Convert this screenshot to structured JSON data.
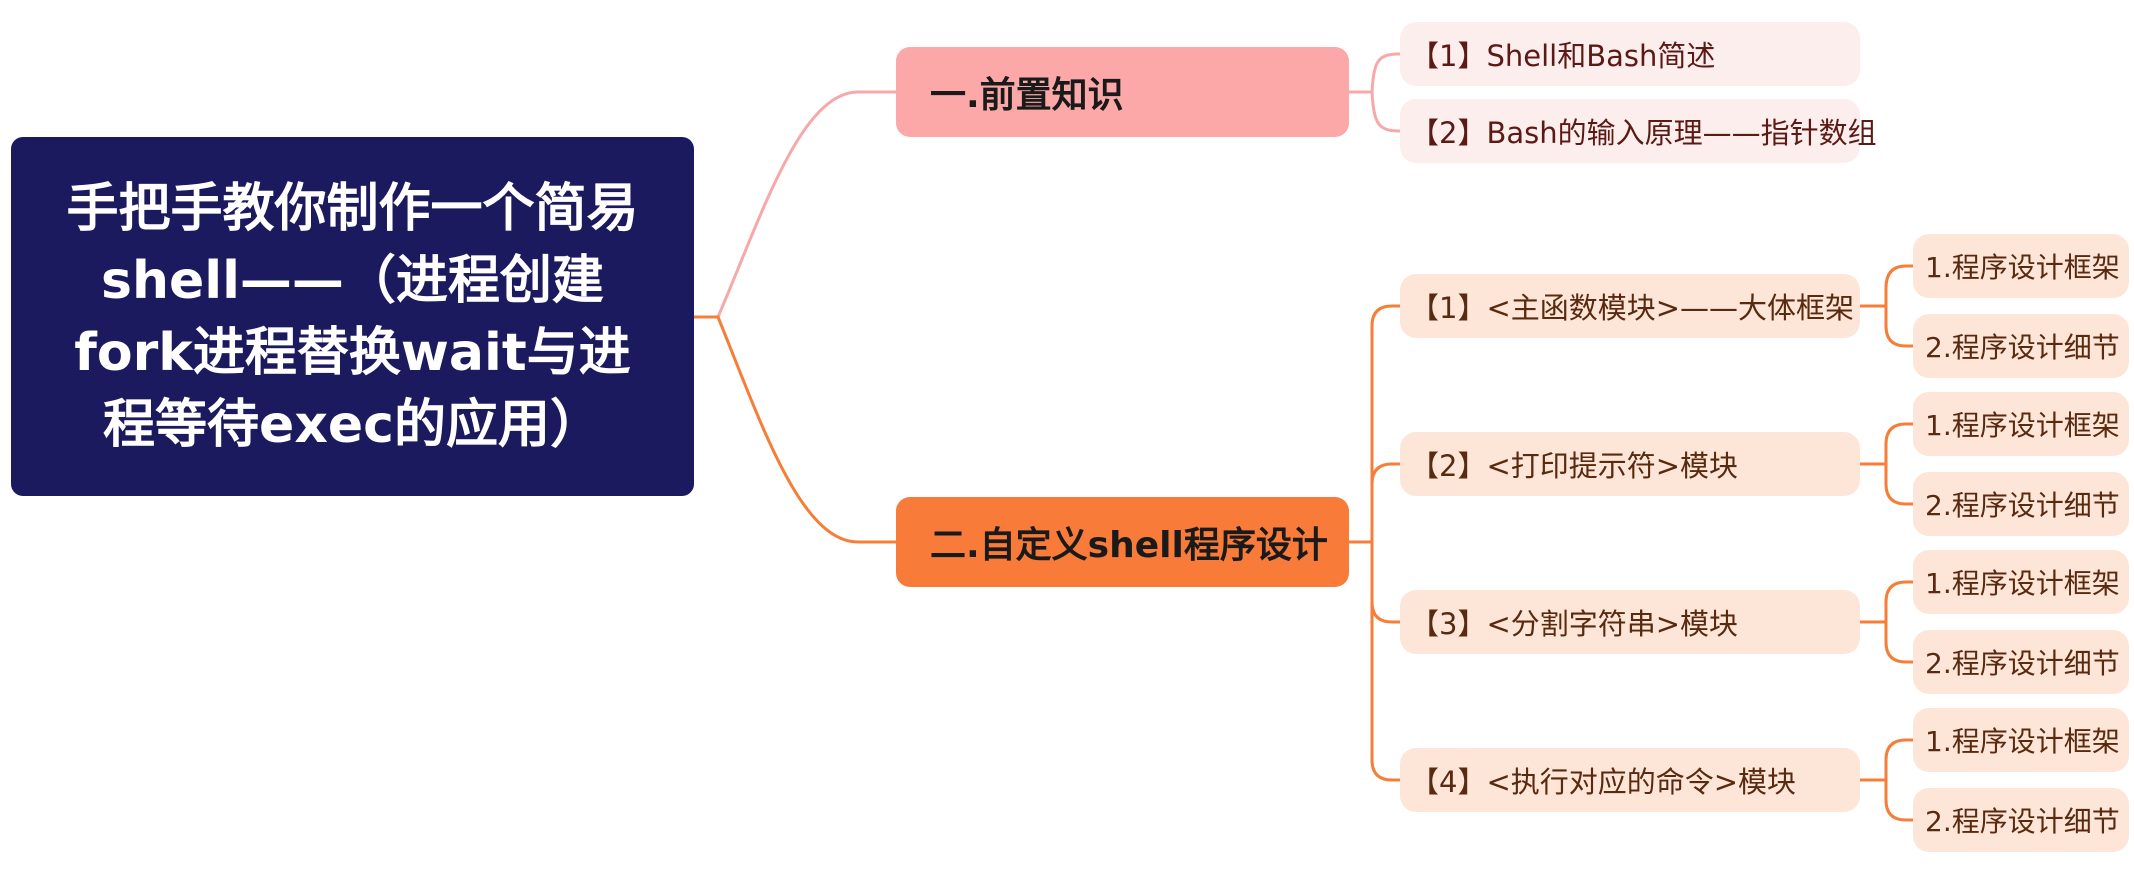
{
  "colors": {
    "root_bg": "#1c1a5e",
    "root_text": "#ffffff",
    "branch1_bg": "#fca8a8",
    "branch1_line": "#f7a8a8",
    "branch2_bg": "#f97b3a",
    "branch2_line": "#f57e38",
    "sub_pink_bg": "#fdeeee",
    "sub_peach_bg": "#fde6d8"
  },
  "root": {
    "title": "手把手教你制作一个简易shell——（进程创建fork进程替换wait与进程等待exec的应用）"
  },
  "branches": [
    {
      "label": "一.前置知识",
      "children": [
        {
          "label": "【1】Shell和Bash简述",
          "children": []
        },
        {
          "label": "【2】Bash的输入原理——指针数组",
          "children": []
        }
      ]
    },
    {
      "label": "二.自定义shell程序设计",
      "children": [
        {
          "label": "【1】<主函数模块>——大体框架",
          "children": [
            "1.程序设计框架",
            "2.程序设计细节"
          ]
        },
        {
          "label": "【2】<打印提示符>模块",
          "children": [
            "1.程序设计框架",
            "2.程序设计细节"
          ]
        },
        {
          "label": "【3】<分割字符串>模块",
          "children": [
            "1.程序设计框架",
            "2.程序设计细节"
          ]
        },
        {
          "label": "【4】<执行对应的命令>模块",
          "children": [
            "1.程序设计框架",
            "2.程序设计细节"
          ]
        }
      ]
    }
  ]
}
